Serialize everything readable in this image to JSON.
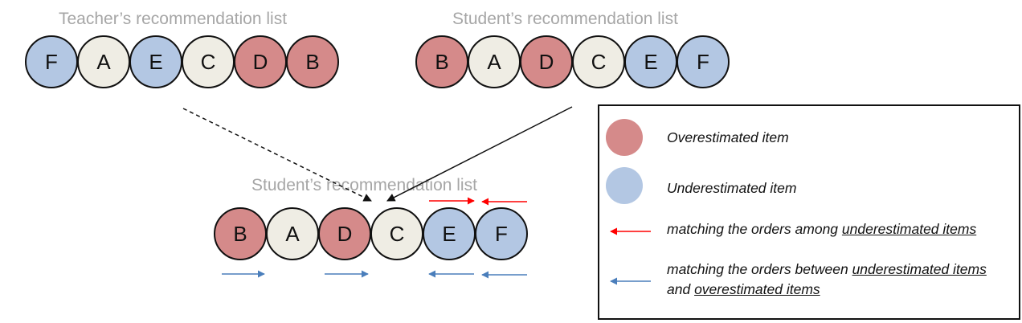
{
  "teacher_list": {
    "title": "Teacher’s recommendation list",
    "items": [
      {
        "label": "F",
        "type": "under"
      },
      {
        "label": "A",
        "type": "neutral"
      },
      {
        "label": "E",
        "type": "under"
      },
      {
        "label": "C",
        "type": "neutral"
      },
      {
        "label": "D",
        "type": "over"
      },
      {
        "label": "B",
        "type": "over"
      }
    ]
  },
  "student_list_top": {
    "title": "Student’s recommendation list",
    "items": [
      {
        "label": "B",
        "type": "over"
      },
      {
        "label": "A",
        "type": "neutral"
      },
      {
        "label": "D",
        "type": "over"
      },
      {
        "label": "C",
        "type": "neutral"
      },
      {
        "label": "E",
        "type": "under"
      },
      {
        "label": "F",
        "type": "under"
      }
    ]
  },
  "student_list_bottom": {
    "title": "Student’s recommendation list",
    "items": [
      {
        "label": "B",
        "type": "over"
      },
      {
        "label": "A",
        "type": "neutral"
      },
      {
        "label": "D",
        "type": "over"
      },
      {
        "label": "C",
        "type": "neutral"
      },
      {
        "label": "E",
        "type": "under"
      },
      {
        "label": "F",
        "type": "under"
      }
    ]
  },
  "legend": {
    "overestimated": "Overestimated item",
    "underestimated": "Underestimated item",
    "red_arrow_prefix": "matching the orders among ",
    "red_arrow_underlined": "underestimated items",
    "blue_arrow_line1_prefix": "matching the orders between ",
    "blue_arrow_line1_underlined": "underestimated items",
    "blue_arrow_line2_prefix": "and ",
    "blue_arrow_line2_underlined": "overestimated items"
  },
  "colors": {
    "overestimated": "#d58a8a",
    "underestimated": "#b3c7e3",
    "neutral": "#efede4",
    "red_arrow": "#ff0000",
    "blue_arrow": "#4a7ebb",
    "title_gray": "#a6a6a6"
  }
}
